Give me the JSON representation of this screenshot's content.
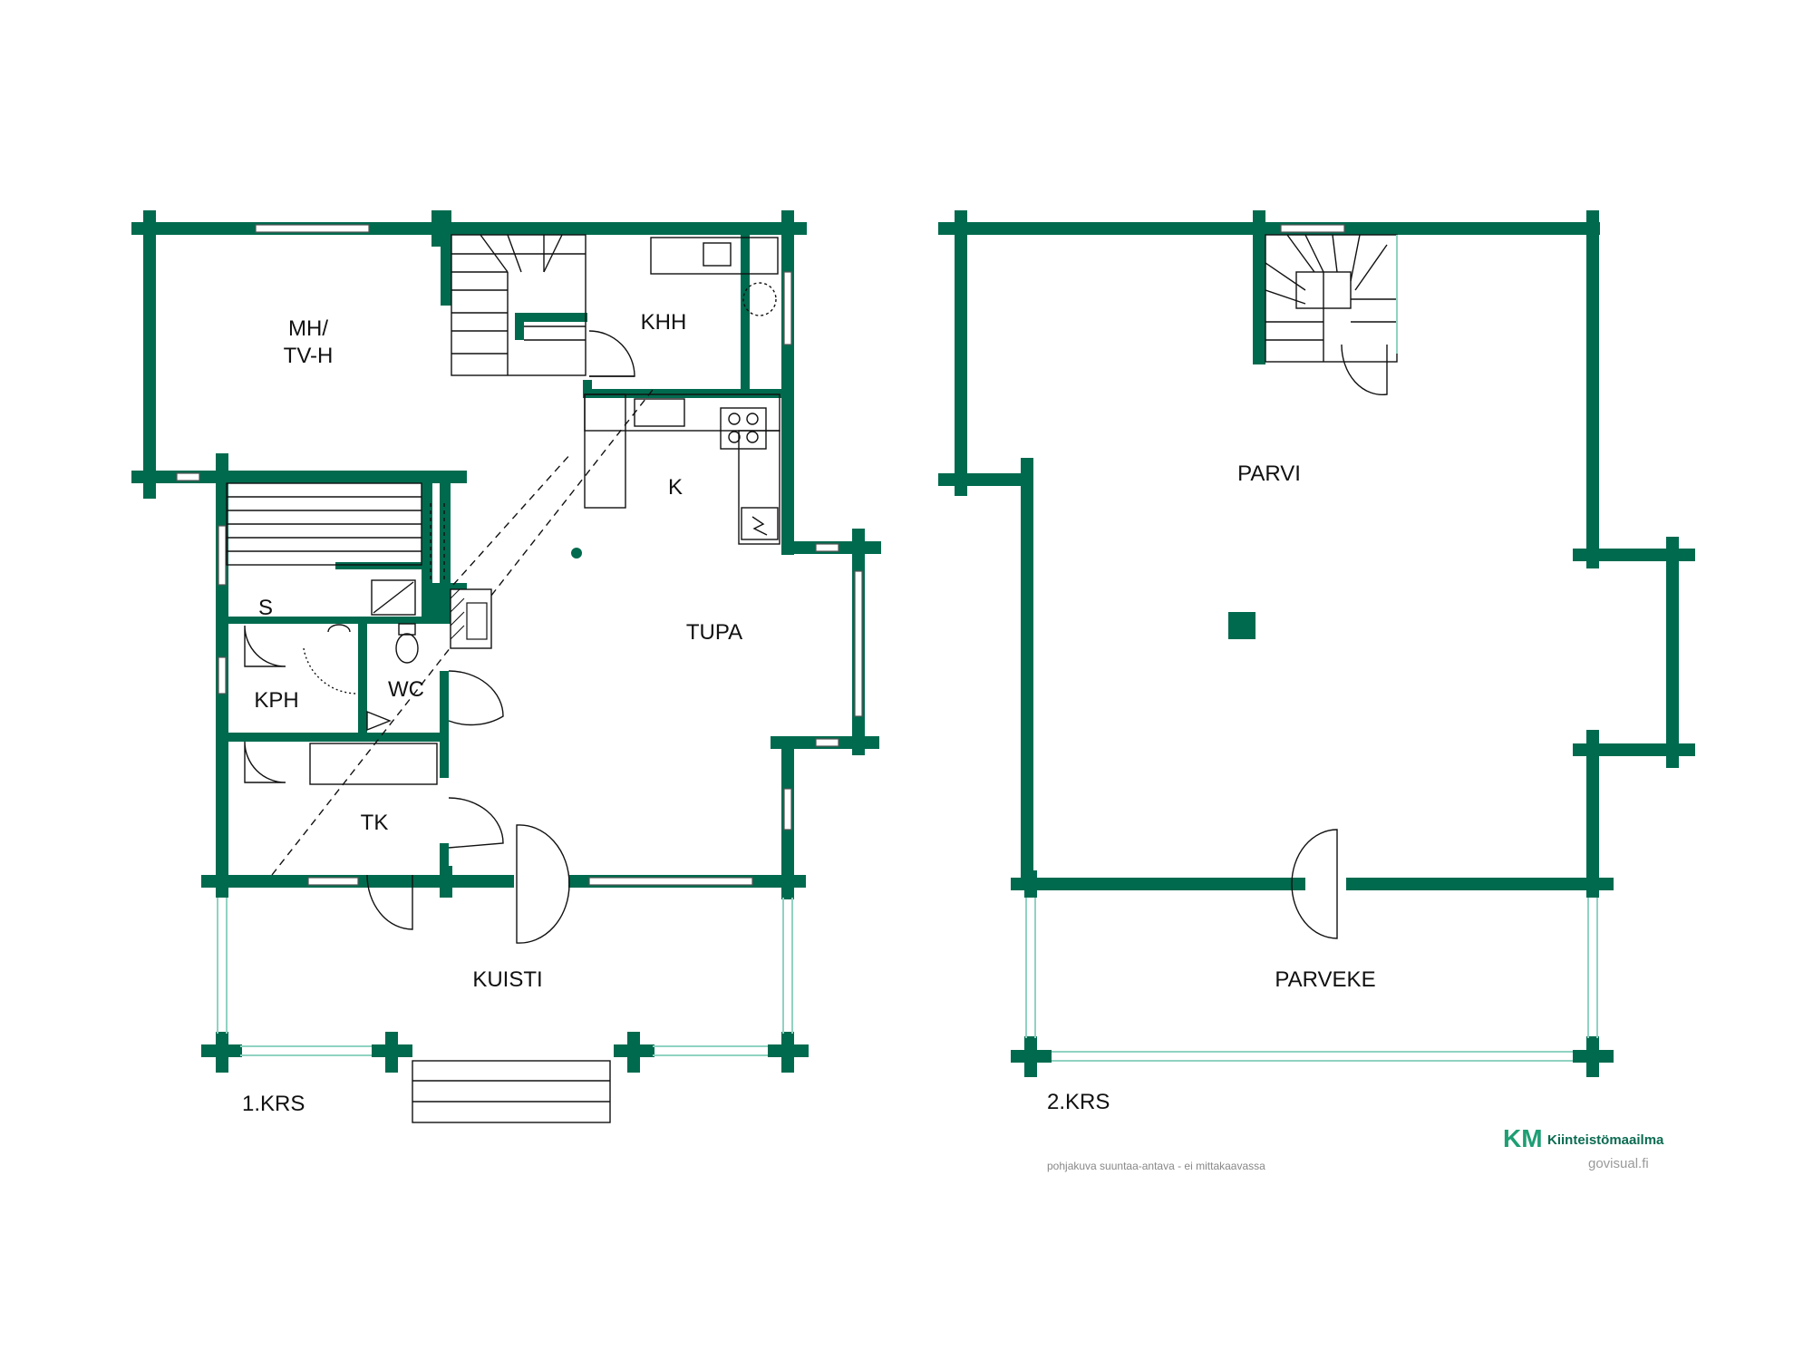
{
  "floor1": {
    "label": "1.KRS",
    "rooms": {
      "mh": "MH/",
      "tvh": "TV-H",
      "khh": "KHH",
      "k": "K",
      "tupa": "TUPA",
      "s": "S",
      "kph": "KPH",
      "wc": "WC",
      "tk": "TK",
      "kuisti": "KUISTI"
    }
  },
  "floor2": {
    "label": "2.KRS",
    "rooms": {
      "parvi": "PARVI",
      "parveke": "PARVEKE"
    }
  },
  "footer": {
    "disclaimer": "pohjakuva suuntaa-antava - ei mittakaavassa",
    "logo_mark": "KM",
    "logo_name": "Kiinteistömaailma",
    "credit": "govisual.fi"
  },
  "colors": {
    "wall": "#006a4e",
    "logo_accent": "#1e9e74"
  }
}
